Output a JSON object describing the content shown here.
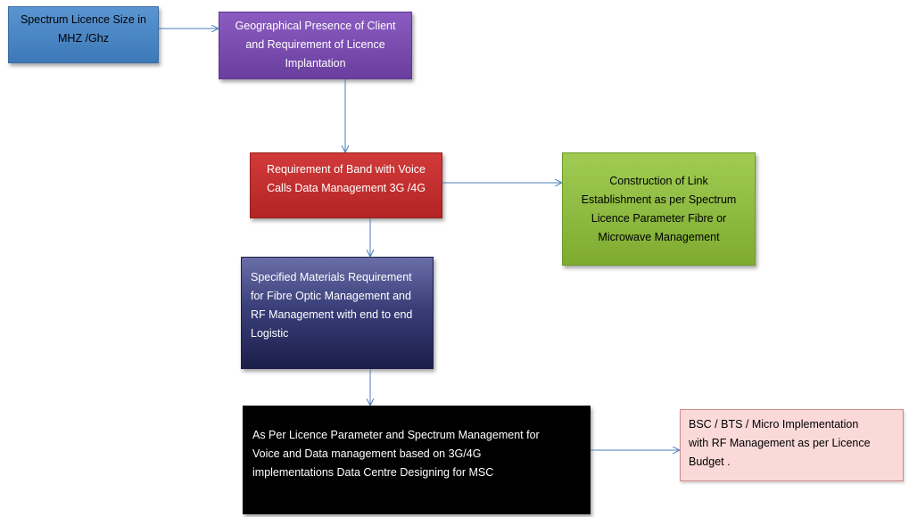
{
  "nodes": {
    "spectrum_size": {
      "lines": [
        "Spectrum Licence Size in",
        "MHZ /Ghz"
      ]
    },
    "geo_presence": {
      "lines": [
        "Geographical Presence of Client",
        "and Requirement of Licence",
        "Implantation"
      ]
    },
    "band_requirement": {
      "lines": [
        "Requirement of Band with Voice",
        "Calls Data Management 3G /4G"
      ]
    },
    "link_construction": {
      "lines": [
        "Construction of Link",
        "Establishment as per Spectrum",
        "Licence Parameter Fibre or",
        "Microwave Management"
      ]
    },
    "materials_requirement": {
      "lines": [
        "Specified Materials Requirement",
        "for Fibre Optic Management and",
        "RF Management with end to end",
        "Logistic"
      ]
    },
    "licence_parameter": {
      "lines": [
        "As Per Licence Parameter and Spectrum Management for",
        "Voice and Data management based on 3G/4G",
        "implementations Data Centre Designing for MSC"
      ]
    },
    "bsc_bts": {
      "lines": [
        "BSC / BTS / Micro Implementation",
        "with RF Management as per  Licence",
        "Budget  ."
      ]
    }
  },
  "colors": {
    "arrow": "#4a7ebb",
    "spectrum_size": "#4a86c8",
    "geo_presence": "#7b4fb0",
    "band_requirement": "#c83030",
    "link_construction": "#8fbc44",
    "materials_requirement": "#2c2f66",
    "licence_parameter": "#000000",
    "bsc_bts": "#fbd9d9"
  }
}
